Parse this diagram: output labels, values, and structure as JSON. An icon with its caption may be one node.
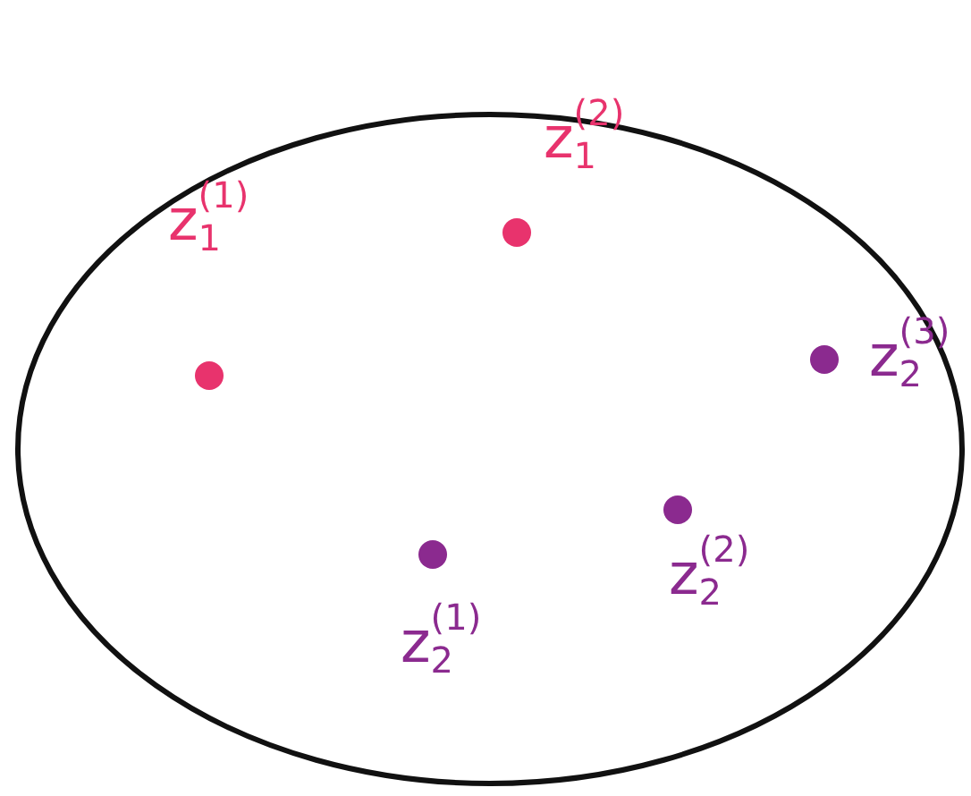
{
  "diagram": {
    "nodes": [
      {
        "text": [],
        "shape": "ellipse"
      },
      {
        "text": [],
        "shape": "circle",
        "in": 0,
        "beside": [
          "z$_{1}$$^{(1)}$"
        ]
      },
      {
        "text": [],
        "shape": "circle",
        "in": 0,
        "beside": [
          "z$_{1}$$^{(2)}$"
        ]
      },
      {
        "text": [],
        "shape": "circle",
        "in": 0,
        "beside": [
          "z$_{2}$$^{(3)}$"
        ]
      },
      {
        "text": [],
        "shape": "circle",
        "in": 0,
        "beside": [
          "z$_{2}$$^{(2)}$"
        ]
      },
      {
        "text": [],
        "shape": "circle",
        "in": 0,
        "beside": [
          "z$_{2}$$^{(1)}$"
        ]
      }
    ]
  }
}
